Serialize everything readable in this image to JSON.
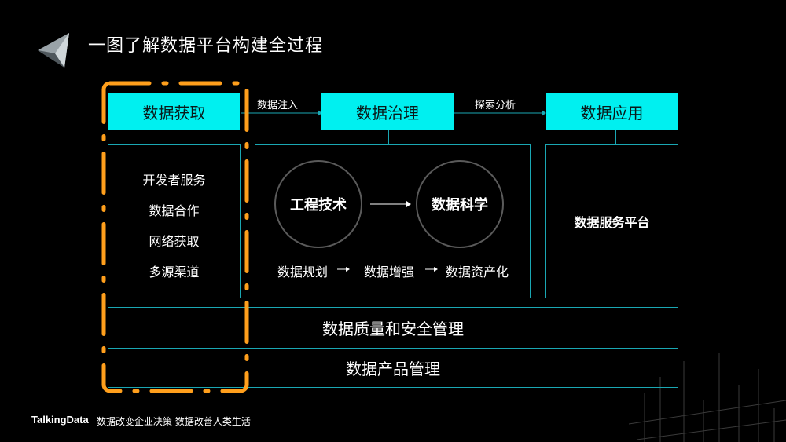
{
  "header": {
    "title": "一图了解数据平台构建全过程"
  },
  "stages": [
    {
      "label": "数据获取",
      "items": [
        "开发者服务",
        "数据合作",
        "网络获取",
        "多源渠道"
      ]
    },
    {
      "label": "数据治理",
      "circles": [
        "工程技术",
        "数据科学"
      ],
      "steps": [
        "数据规划",
        "数据增强",
        "数据资产化"
      ]
    },
    {
      "label": "数据应用",
      "platform": "数据服务平台"
    }
  ],
  "flows": [
    "数据注入",
    "探索分析"
  ],
  "bars": [
    "数据质量和安全管理",
    "数据产品管理"
  ],
  "footer": {
    "brand": "TalkingData",
    "slogan": "数据改变企业决策 数据改善人类生活"
  },
  "colors": {
    "accent": "#00f0f0",
    "border": "#1aa7b3",
    "highlight": "#ff9f1c"
  }
}
